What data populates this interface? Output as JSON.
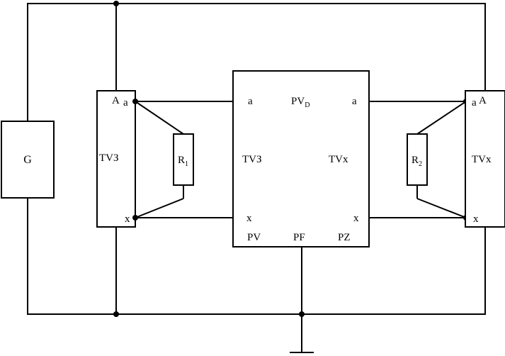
{
  "diagram": {
    "generator": {
      "label": "G"
    },
    "left_transformer": {
      "name": "TVЗ",
      "terminal_A": "A",
      "terminal_a": "a",
      "terminal_x": "x"
    },
    "resistor_1": {
      "label": "R",
      "subscript": "1"
    },
    "meter": {
      "title": "PV",
      "title_subscript": "D",
      "left_a": "a",
      "right_a": "a",
      "left_name": "TVЗ",
      "right_name": "TVx",
      "left_x": "x",
      "right_x": "x",
      "bottom_left": "PV",
      "bottom_mid": "PF",
      "bottom_right": "PZ"
    },
    "resistor_2": {
      "label": "R",
      "subscript": "2"
    },
    "right_transformer": {
      "name": "TVx",
      "terminal_A": "A",
      "terminal_a": "a",
      "terminal_x": "x"
    }
  }
}
